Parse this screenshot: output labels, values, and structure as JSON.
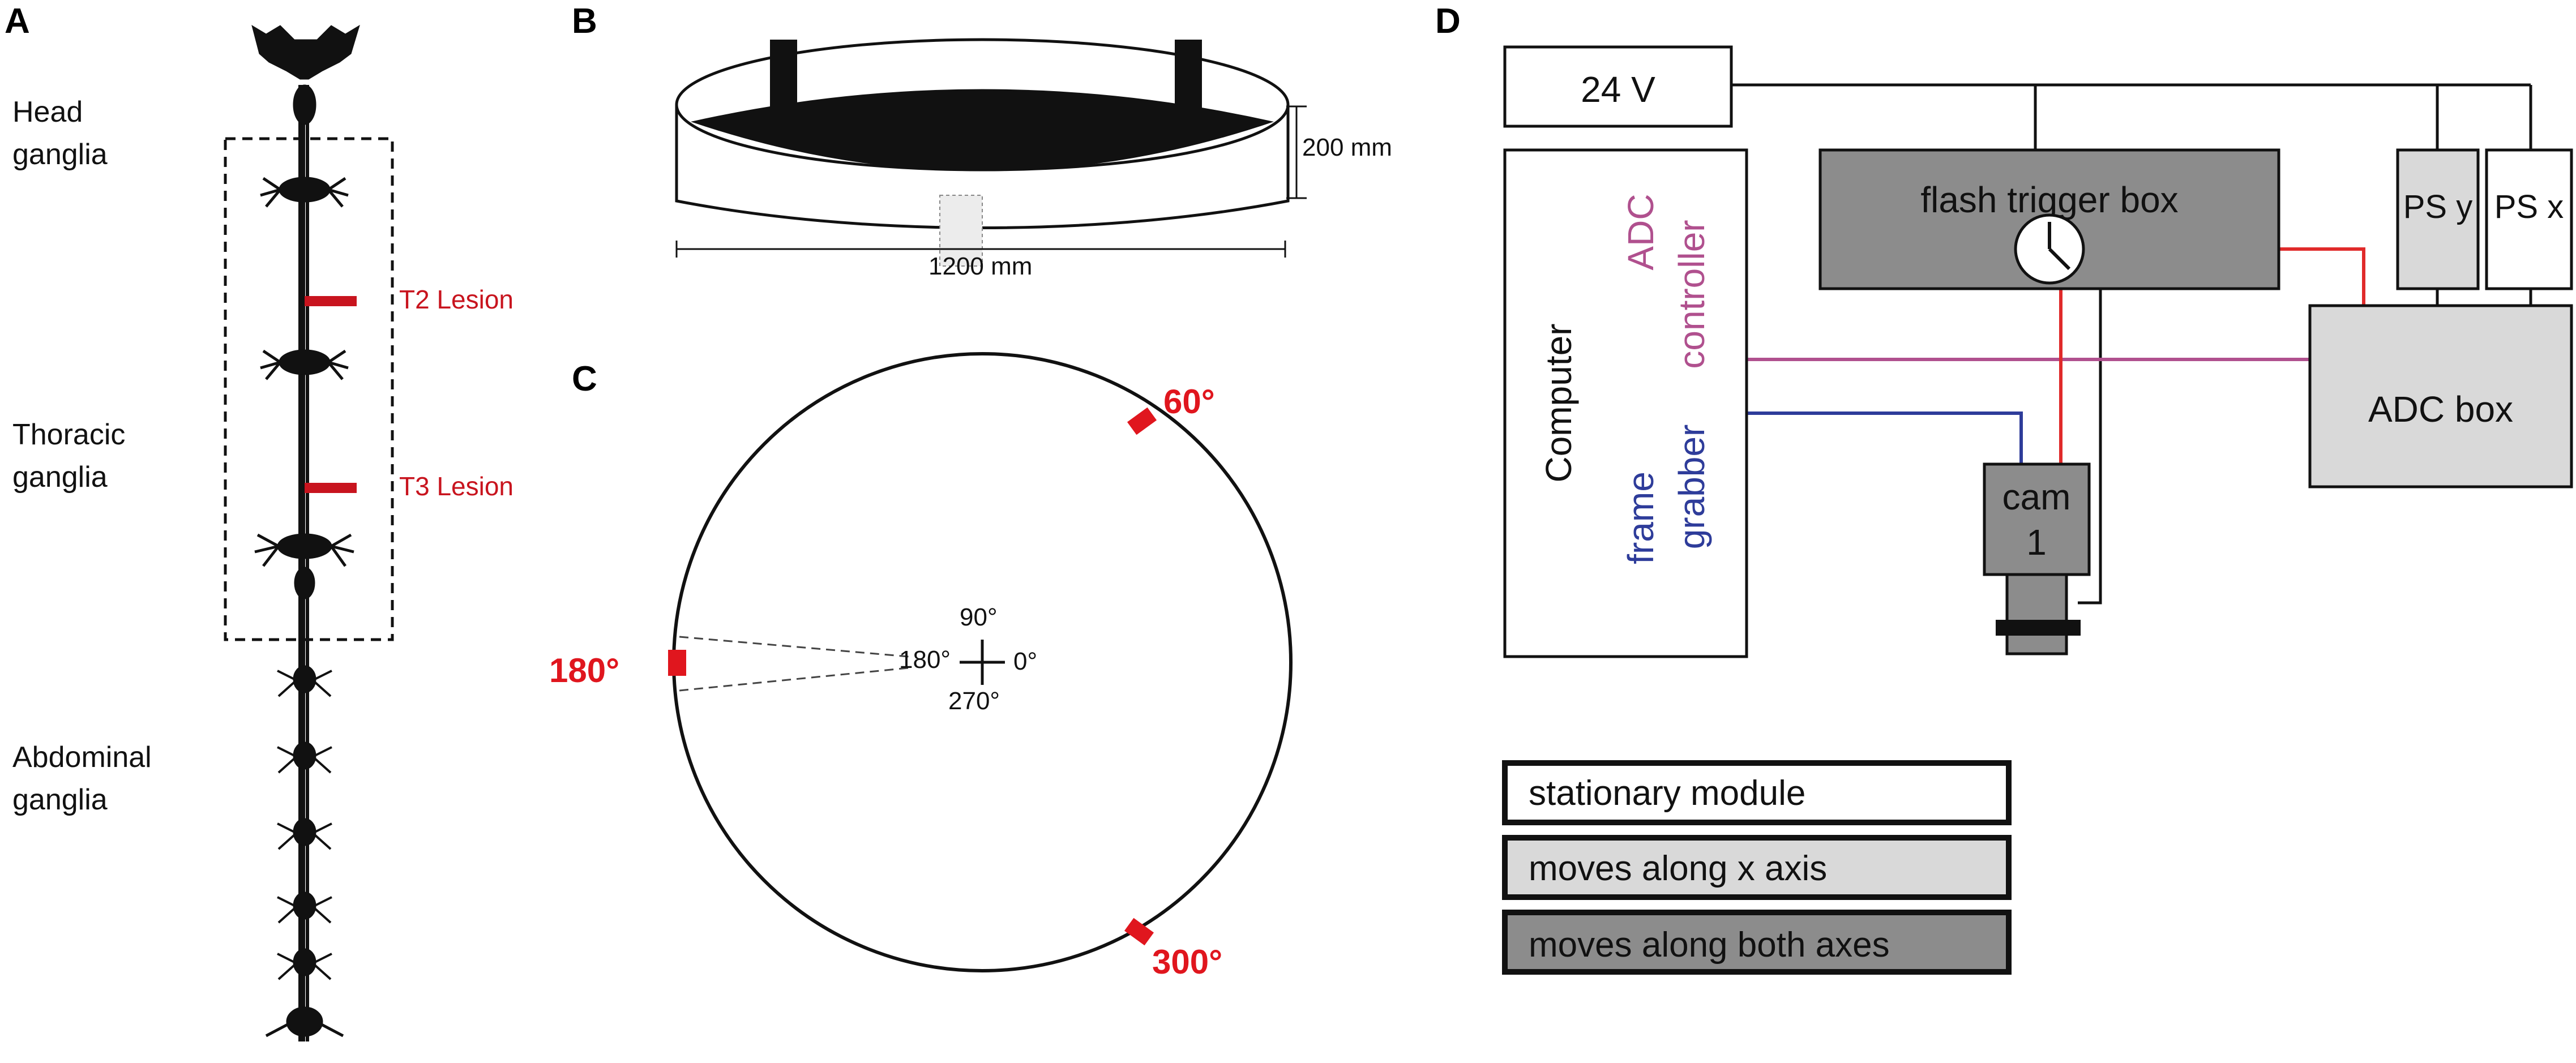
{
  "panels": {
    "a": "A",
    "b": "B",
    "c": "C",
    "d": "D"
  },
  "panel_a": {
    "head_ganglia": [
      "Head",
      "ganglia"
    ],
    "thoracic_ganglia": [
      "Thoracic",
      "ganglia"
    ],
    "abdominal_ganglia": [
      "Abdominal",
      "ganglia"
    ],
    "t2_lesion": "T2 Lesion",
    "t3_lesion": "T3 Lesion"
  },
  "panel_b": {
    "height_label": "200 mm",
    "width_label": "1200 mm"
  },
  "panel_c": {
    "markers": {
      "m60": "60°",
      "m180": "180°",
      "m300": "300°"
    },
    "compass": {
      "n": "90°",
      "w": "180°",
      "e": "0°",
      "s": "270°"
    }
  },
  "panel_d": {
    "power_24v": "24 V",
    "computer": "Computer",
    "adc_controller": [
      "ADC",
      "controller"
    ],
    "frame_grabber": [
      "frame",
      "grabber"
    ],
    "flash_trigger_box": "flash trigger box",
    "ps_y": "PS y",
    "ps_x": "PS x",
    "adc_box": "ADC box",
    "cam": [
      "cam",
      "1"
    ],
    "legend": {
      "stationary": "stationary module",
      "moves_x": "moves along x axis",
      "moves_both": "moves along both axes"
    }
  },
  "colors": {
    "lesion_red": "#c8141e",
    "marker_red": "#e0161e",
    "adc_purple": "#b0508e",
    "grabber_blue": "#2e3c9a",
    "trigger_red": "#e02a2a",
    "module_light": "#d9d9d9",
    "module_dark": "#8c8c8c"
  }
}
